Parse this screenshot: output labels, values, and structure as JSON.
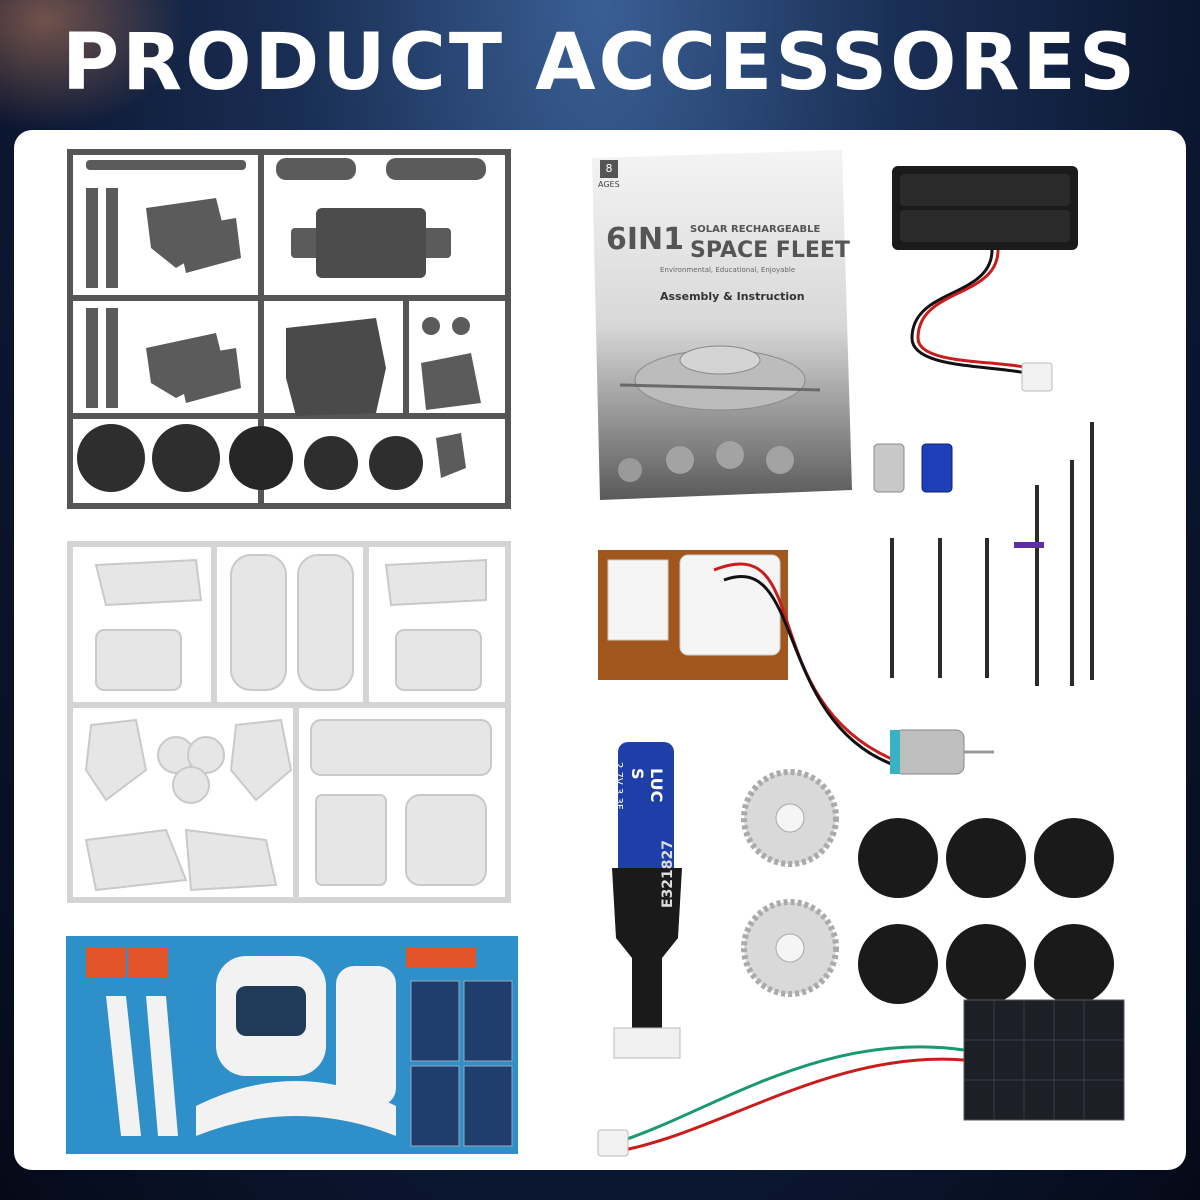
{
  "title": "PRODUCT ACCESSORES",
  "manual": {
    "age": "8",
    "ages_label": "AGES",
    "headline_number": "6IN1",
    "headline_sub": "SOLAR RECHARGEABLE",
    "headline_main": "SPACE FLEET",
    "tagline": "Environmental, Educational, Enjoyable",
    "instruction": "Assembly & Instruction"
  },
  "capacitor": {
    "rating": "2.7V 3.3F",
    "brand": "LUC S",
    "code": "E321827"
  },
  "colors": {
    "background": "#0b1630",
    "panel": "#ffffff",
    "sprue_gray": "#5b5b5b",
    "sprue_white": "#e6e6e6",
    "sticker_blue": "#2e8fc9",
    "sticker_orange": "#e2542a"
  }
}
